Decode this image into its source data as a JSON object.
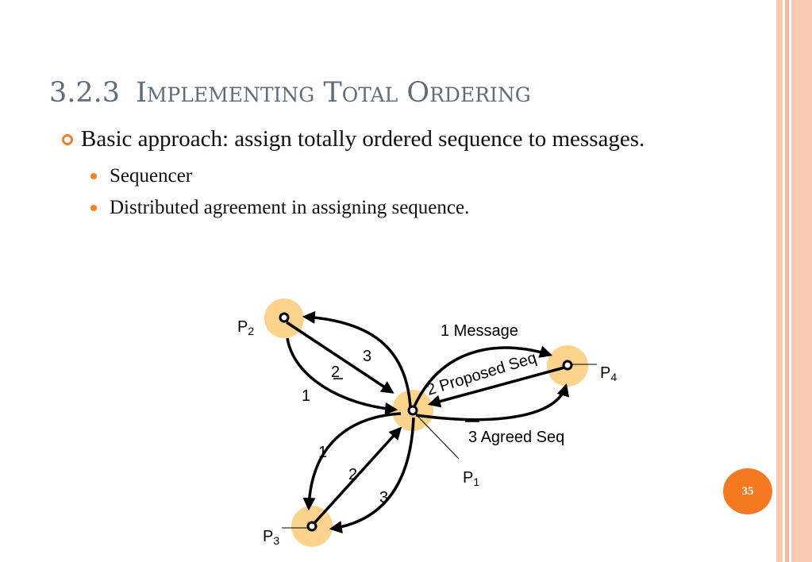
{
  "slide": {
    "title": {
      "number": "3.2.3",
      "w1_initial": "I",
      "w1_rest": "MPLEMENTING",
      "w2_initial": "T",
      "w2_rest": "OTAL",
      "w3_initial": "O",
      "w3_rest": "RDERING"
    },
    "bullets": [
      {
        "text": "Basic approach: assign totally ordered sequence to messages.",
        "sub": [
          "Sequencer",
          "Distributed agreement in assigning sequence."
        ]
      }
    ],
    "page_number": "35",
    "accent_color": "#f0812f",
    "badge_color": "#f47920",
    "title_color": "#5f6c7c",
    "node_halo_color": "#fbd38d"
  },
  "diagram": {
    "nodes": [
      {
        "id": "p1",
        "letter": "P",
        "sub": "1"
      },
      {
        "id": "p2",
        "letter": "P",
        "sub": "2"
      },
      {
        "id": "p3",
        "letter": "P",
        "sub": "3"
      },
      {
        "id": "p4",
        "letter": "P",
        "sub": "4"
      }
    ],
    "labels": {
      "p2_msg": "1",
      "p2_proposed": "2",
      "p2_agreed": "3",
      "p4_msg": "1 Message",
      "p4_proposed": "2 Proposed Seq",
      "p4_agreed": "3 Agreed Seq",
      "p3_msg": "1",
      "p3_proposed": "2",
      "p3_agreed": "3"
    }
  }
}
